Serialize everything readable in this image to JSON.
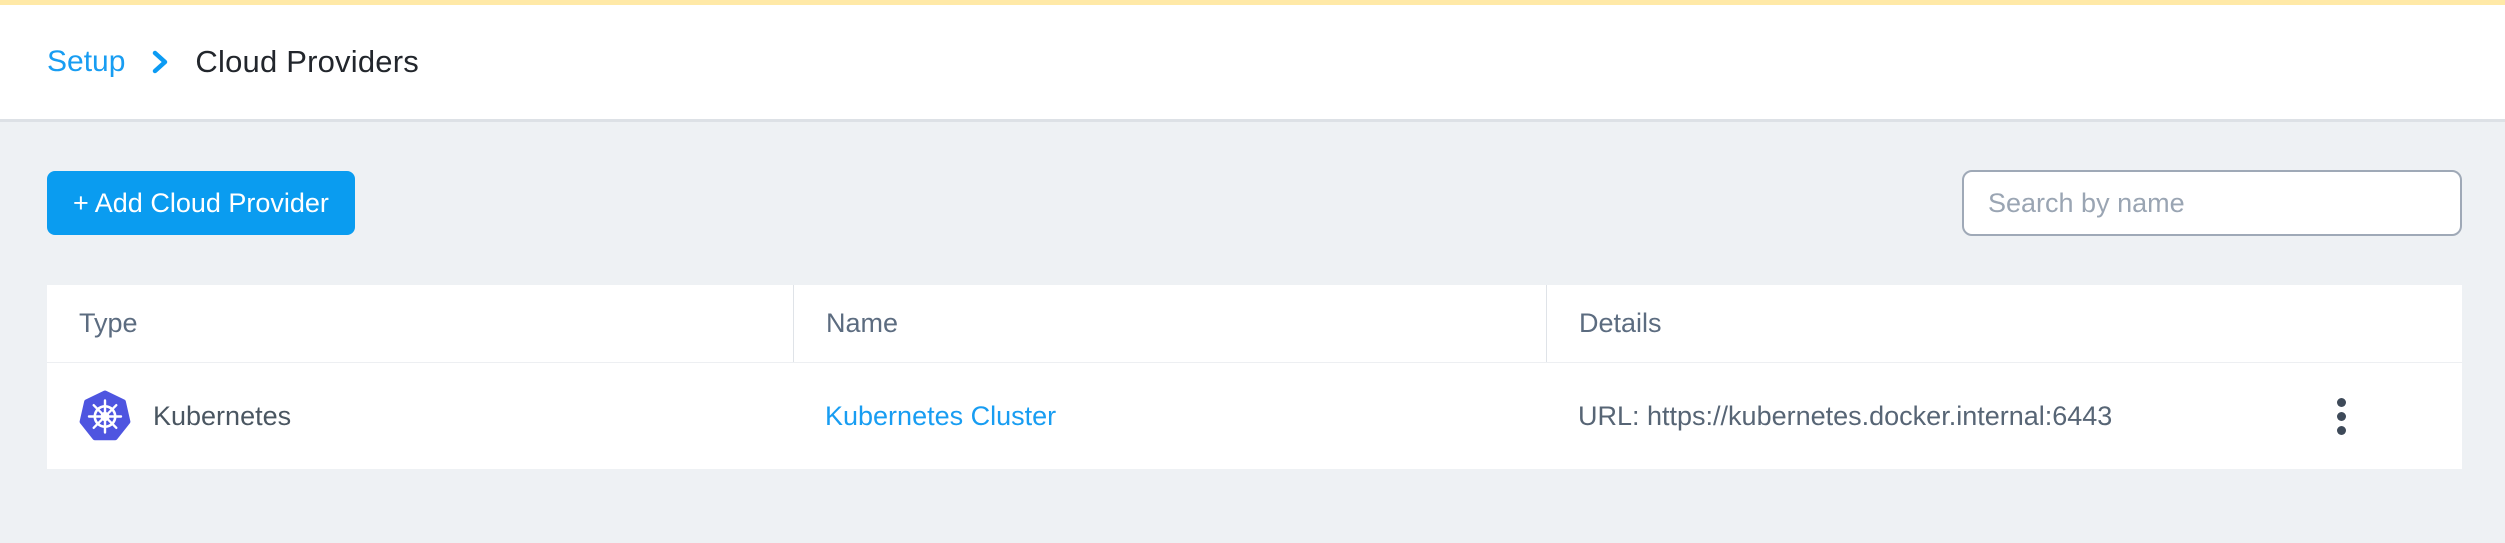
{
  "page": {
    "background_color": "#eef1f4",
    "top_strip_color": "#ffe9a7"
  },
  "breadcrumb": {
    "parent": "Setup",
    "current": "Cloud Providers"
  },
  "toolbar": {
    "add_button_label": "+ Add Cloud Provider",
    "search_placeholder": "Search by name",
    "search_value": ""
  },
  "table": {
    "columns": [
      {
        "label": "Type"
      },
      {
        "label": "Name"
      },
      {
        "label": "Details"
      }
    ],
    "rows": [
      {
        "type": "Kubernetes",
        "type_icon": "kubernetes-icon",
        "name": "Kubernetes Cluster",
        "details": "URL: https://kubernetes.docker.internal:6443",
        "row_menu_icon": "kebab-menu-icon"
      }
    ]
  },
  "icons": {
    "breadcrumb_separator": "chevron-right-icon",
    "provider_logo": "kubernetes-icon",
    "row_actions": "kebab-menu-icon"
  },
  "colors": {
    "accent_blue": "#0a9cf0",
    "link_blue": "#189df2",
    "kubernetes_indigo": "#4e55e0",
    "title_text": "#22262c",
    "table_header_text": "#5c6c80",
    "body_text": "#4a5661",
    "details_text": "#576575",
    "top_strip_yellow": "#ffe9a7",
    "page_background": "#eef1f4"
  }
}
